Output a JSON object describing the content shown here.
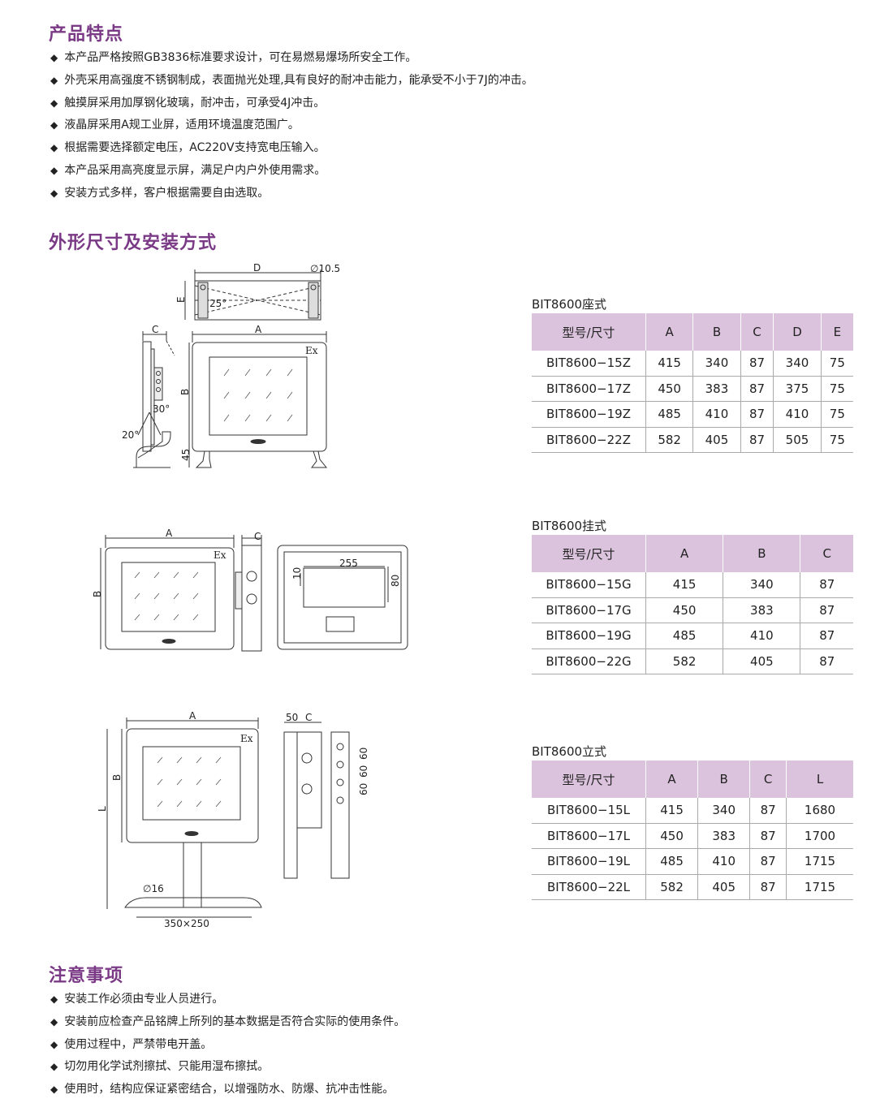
{
  "features": {
    "title": "产品特点",
    "items": [
      "本产品严格按照GB3836标准要求设计，可在易燃易爆场所安全工作。",
      "外壳采用高强度不锈钢制成，表面抛光处理,具有良好的耐冲击能力，能承受不小于7J的冲击。",
      "触摸屏采用加厚钢化玻璃，耐冲击，可承受4J冲击。",
      "液晶屏采用A规工业屏，适用环境温度范围广。",
      "根据需要选择额定电压，AC220V支持宽电压输入。",
      "本产品采用高亮度显示屏，满足户内户外使用需求。",
      "安装方式多样，客户根据需要自由选取。"
    ]
  },
  "dimensions": {
    "title": "外形尺寸及安装方式"
  },
  "drawings": {
    "seat_top": {
      "d": "D",
      "hole": "∅10.5",
      "e": "E",
      "angle": "25°"
    },
    "seat_side": {
      "c": "C",
      "a30": "30°",
      "a20": "20°"
    },
    "seat_front": {
      "a": "A",
      "b": "B",
      "h45": "45",
      "ex": "Ex"
    },
    "wall_front": {
      "a": "A",
      "b": "B",
      "ex": "Ex"
    },
    "wall_side": {
      "c": "C"
    },
    "wall_back": {
      "w255": "255",
      "h10": "10",
      "h80": "80"
    },
    "stand_front": {
      "a": "A",
      "b": "B",
      "l": "L",
      "ex": "Ex",
      "hole": "∅16",
      "base": "350×250"
    },
    "stand_side": {
      "c50": "50",
      "c": "C",
      "p1": "60",
      "p2": "60",
      "p3": "60"
    }
  },
  "tables": [
    {
      "caption": "BIT8600座式",
      "headers": [
        "型号/尺寸",
        "A",
        "B",
        "C",
        "D",
        "E"
      ],
      "rows": [
        [
          "BIT8600−15Z",
          "415",
          "340",
          "87",
          "340",
          "75"
        ],
        [
          "BIT8600−17Z",
          "450",
          "383",
          "87",
          "375",
          "75"
        ],
        [
          "BIT8600−19Z",
          "485",
          "410",
          "87",
          "410",
          "75"
        ],
        [
          "BIT8600−22Z",
          "582",
          "405",
          "87",
          "505",
          "75"
        ]
      ]
    },
    {
      "caption": "BIT8600挂式",
      "headers": [
        "型号/尺寸",
        "A",
        "B",
        "C"
      ],
      "rows": [
        [
          "BIT8600−15G",
          "415",
          "340",
          "87"
        ],
        [
          "BIT8600−17G",
          "450",
          "383",
          "87"
        ],
        [
          "BIT8600−19G",
          "485",
          "410",
          "87"
        ],
        [
          "BIT8600−22G",
          "582",
          "405",
          "87"
        ]
      ]
    },
    {
      "caption": "BIT8600立式",
      "headers": [
        "型号/尺寸",
        "A",
        "B",
        "C",
        "L"
      ],
      "rows": [
        [
          "BIT8600−15L",
          "415",
          "340",
          "87",
          "1680"
        ],
        [
          "BIT8600−17L",
          "450",
          "383",
          "87",
          "1700"
        ],
        [
          "BIT8600−19L",
          "485",
          "410",
          "87",
          "1715"
        ],
        [
          "BIT8600−22L",
          "582",
          "405",
          "87",
          "1715"
        ]
      ]
    }
  ],
  "notes": {
    "title": "注意事项",
    "items": [
      "安装工作必须由专业人员进行。",
      "安装前应检查产品铭牌上所列的基本数据是否符合实际的使用条件。",
      "使用过程中，严禁带电开盖。",
      "切勿用化学试剂擦拭、只能用湿布擦拭。",
      "使用时，结构应保证紧密结合，以增强防水、防爆、抗冲击性能。"
    ]
  }
}
